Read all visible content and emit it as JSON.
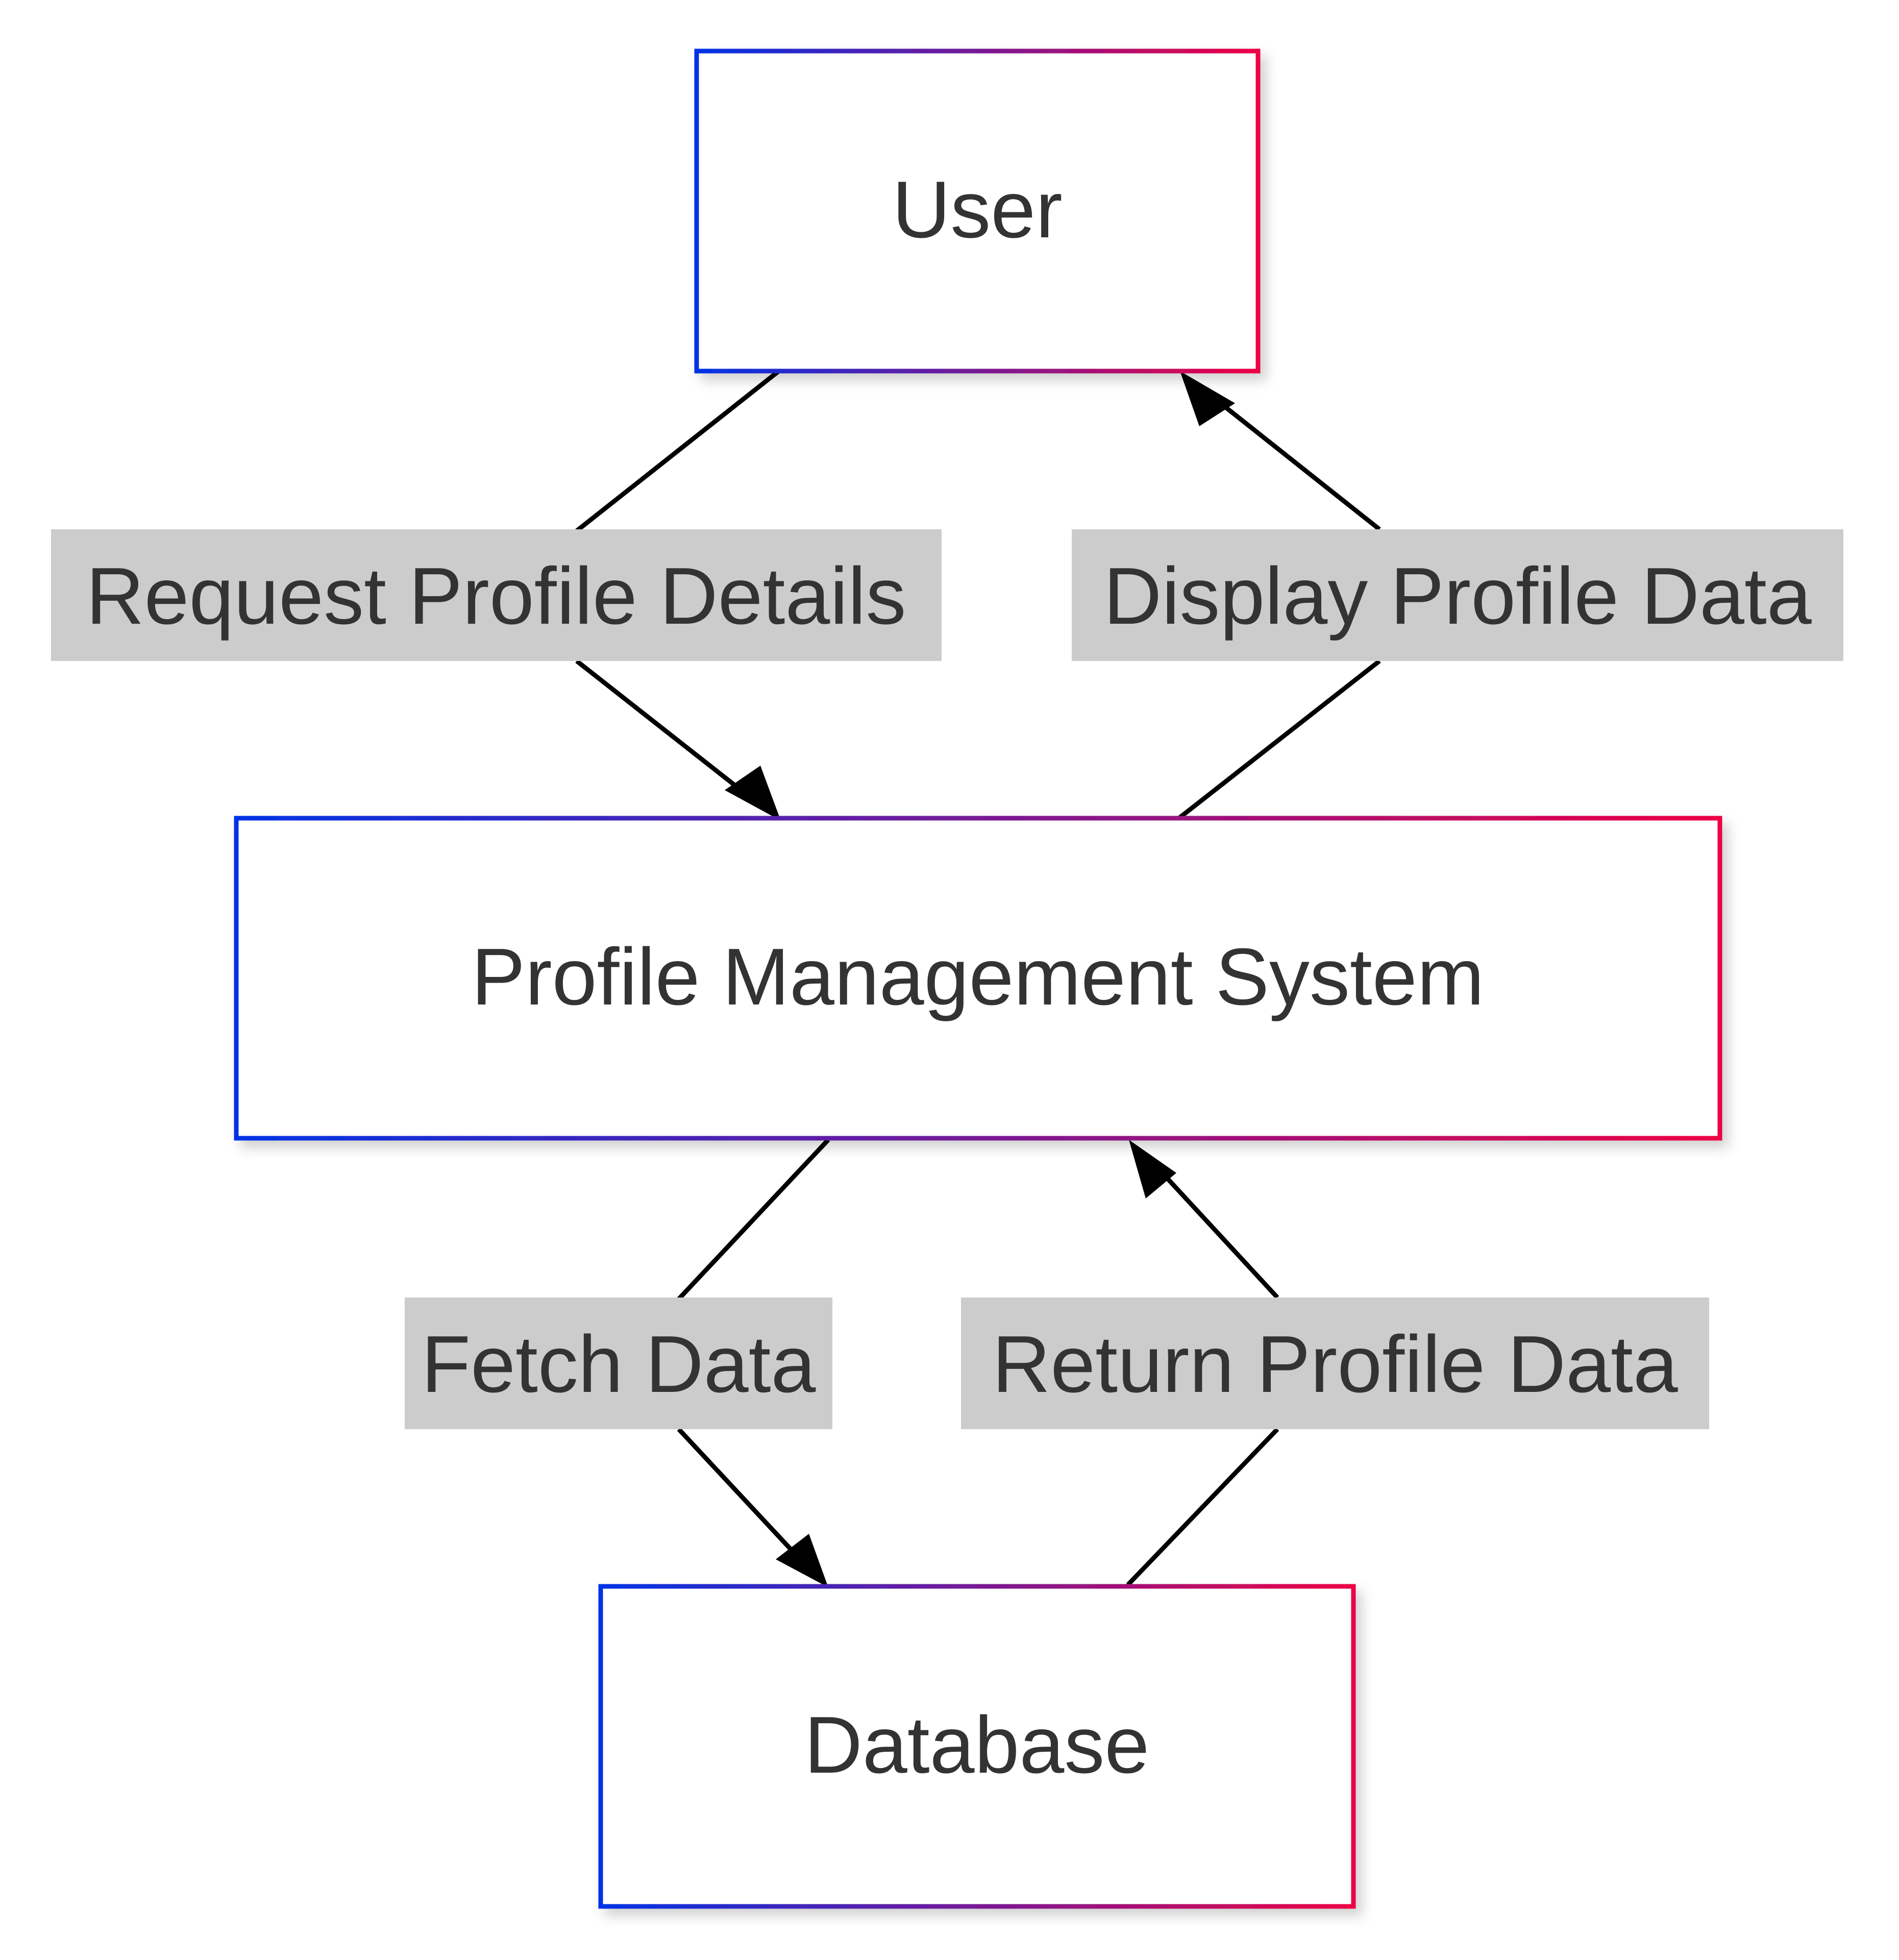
{
  "colors": {
    "node_border_start": "#0033e6",
    "node_border_end": "#ee0044",
    "node_fill": "#ffffff",
    "edge_stroke": "#000000",
    "edge_label_bg": "#cccccc",
    "text": "#333333"
  },
  "nodes": {
    "user": {
      "label": "User"
    },
    "pms": {
      "label": "Profile Management System"
    },
    "database": {
      "label": "Database"
    }
  },
  "edges": {
    "request": {
      "label": "Request Profile Details",
      "from": "User",
      "to": "Profile Management System"
    },
    "display": {
      "label": "Display Profile Data",
      "from": "Profile Management System",
      "to": "User"
    },
    "fetch": {
      "label": "Fetch Data",
      "from": "Profile Management System",
      "to": "Database"
    },
    "return": {
      "label": "Return Profile Data",
      "from": "Database",
      "to": "Profile Management System"
    }
  }
}
